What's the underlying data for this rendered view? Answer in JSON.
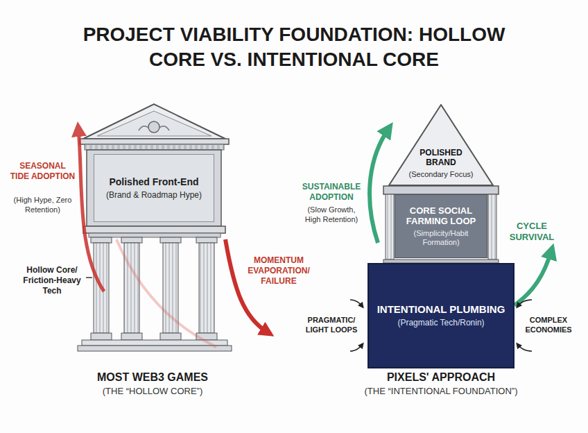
{
  "diagram": {
    "title": "PROJECT VIABILITY FOUNDATION: HOLLOW CORE VS. INTENTIONAL CORE",
    "nodes": [
      {
        "text": [
          "Polished Front-End",
          "(Brand & Roadmap Hype)"
        ]
      },
      {
        "text": [
          "POLISHED BRAND",
          "(Secondary Focus)"
        ]
      },
      {
        "text": [
          "CORE SOCIAL FARMING LOOP",
          "(Simplicity/Habit Formation)"
        ]
      },
      {
        "text": [
          "INTENTIONAL PLUMBING",
          "(Pragmatic Tech/Ronin)"
        ]
      }
    ],
    "labels": [
      "SEASONAL TIDE ADOPTION",
      "(High Hype, Zero Retention)",
      "Hollow Core/ Friction-Heavy Tech",
      "MOMENTUM EVAPORATION/ FAILURE",
      "MOST WEB3 GAMES",
      "(THE “HOLLOW CORE”)",
      "SUSTAINABLE ADOPTION",
      "(Slow Growth, High Retention)",
      "PRAGMATIC/ LIGHT LOOPS",
      "CYCLE SURVIVAL",
      "COMPLEX ECONOMIES",
      "PIXELS' APPROACH",
      "(THE “INTENTIONAL FOUNDATION”)"
    ]
  }
}
